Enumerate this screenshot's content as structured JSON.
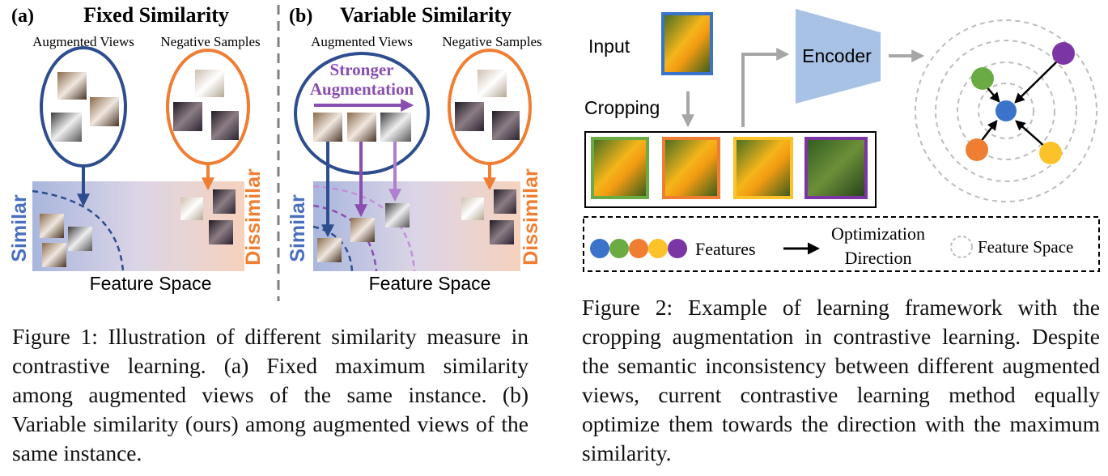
{
  "figure1": {
    "panel_a": {
      "tag": "(a)",
      "title": "Fixed Similarity",
      "label_augmented": "Augmented Views",
      "label_negative": "Negative Samples",
      "similar": "Similar",
      "dissimilar": "Dissimilar",
      "feature_space": "Feature Space"
    },
    "panel_b": {
      "tag": "(b)",
      "title": "Variable Similarity",
      "label_augmented": "Augmented Views",
      "label_negative": "Negative Samples",
      "stronger_line1": "Stronger",
      "stronger_line2": "Augmentation",
      "similar": "Similar",
      "dissimilar": "Dissimilar",
      "feature_space": "Feature Space"
    },
    "caption": "Figure 1: Illustration of different similarity measure in contrastive learning. (a) Fixed maximum similarity among augmented views of the same instance. (b) Variable similarity (ours) among augmented views of the same instance."
  },
  "figure2": {
    "input_label": "Input",
    "cropping_label": "Cropping",
    "encoder_label": "Encoder",
    "legend": {
      "features": "Features",
      "optimization_line1": "Optimization",
      "optimization_line2": "Direction",
      "feature_space": "Feature Space"
    },
    "caption": "Figure 2: Example of learning framework with the cropping augmentation in contrastive learning. Despite the semantic inconsistency between different augmented views, current contrastive learning method equally optimize them towards the direction with the maximum similarity."
  },
  "colors": {
    "blue": "#2e4d8f",
    "orange": "#ef7e33",
    "purple": "#8a4db0",
    "light_purple": "#b07fd0",
    "feature_blue": "#3a73c9",
    "feature_green": "#6bab43",
    "feature_orange": "#ef7e33",
    "feature_yellow": "#fbc22a",
    "feature_purple": "#7b35a4",
    "encoder": "#a8c2e6",
    "arrow_gray": "#a6a6a6"
  }
}
